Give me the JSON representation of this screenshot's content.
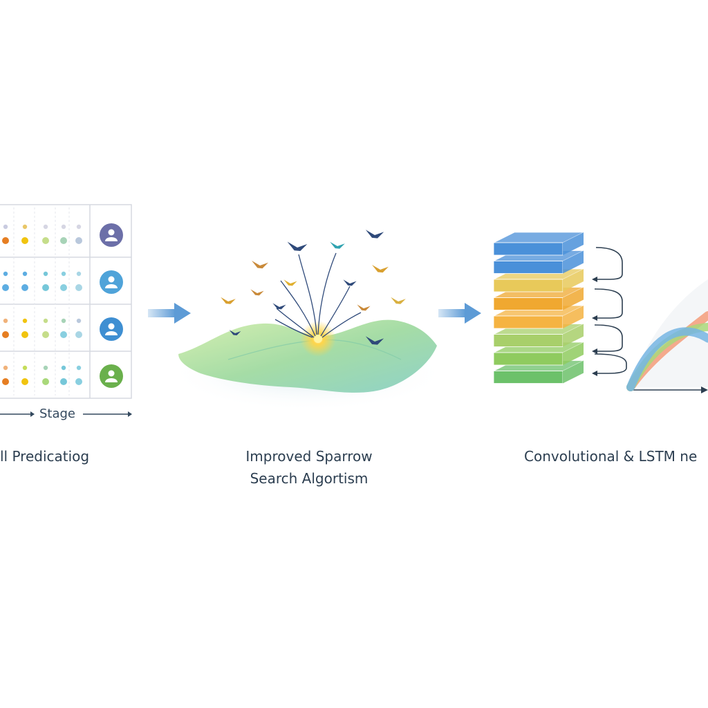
{
  "stage1": {
    "stage_label": "Stage",
    "caption": "ll Predicatiog",
    "rows": [
      {
        "dots": [
          "#c9cbe0",
          "#e9c768",
          "#d6d6e3",
          "#d6d6e3",
          "#d6d6e3",
          "#e67e22",
          "#f1c40f",
          "#c5dd8a",
          "#a7d3b7",
          "#b9c8dc"
        ],
        "icon_color": "#6c6fa8",
        "icon": "person-icon"
      },
      {
        "dots": [
          "#5dade2",
          "#5dade2",
          "#76c7d9",
          "#89cfe0",
          "#a9d6e5",
          "#5dade2",
          "#5dade2",
          "#76c7d9",
          "#89cfe0",
          "#a9d6e5"
        ],
        "icon_color": "#4fa3d9",
        "icon": "group-icon"
      },
      {
        "dots": [
          "#f0b27a",
          "#f1c40f",
          "#c5dd8a",
          "#a7d3b7",
          "#b9c8dc",
          "#e67e22",
          "#f1c40f",
          "#c5dd8a",
          "#89cfe0",
          "#a9d6e5"
        ],
        "icon_color": "#3f8fd2",
        "icon": "team-icon"
      },
      {
        "dots": [
          "#f0b27a",
          "#c5dd5a",
          "#a7d3b7",
          "#76c7d9",
          "#89cfe0",
          "#e67e22",
          "#f1c40f",
          "#a9d87a",
          "#76c7d9",
          "#89cfe0"
        ],
        "icon_color": "#6ab04c",
        "icon": "people-icon"
      }
    ]
  },
  "stage2": {
    "caption_line1": "Improved Sparrow",
    "caption_line2": "Search Algortism"
  },
  "stage3": {
    "caption": "Convolutional & LSTM ne",
    "layers": [
      "#4a90d9",
      "#4a90d9",
      "#e8c95a",
      "#f0a830",
      "#f5b342",
      "#a8cf6a",
      "#8fcb5f",
      "#6cc16a"
    ],
    "curves": [
      "#f39c7a",
      "#a9d87a",
      "#76b5e3"
    ]
  },
  "colors": {
    "arrow": "#6fa8dc",
    "text": "#2c3e50",
    "grid_border": "#d5d9e0"
  }
}
